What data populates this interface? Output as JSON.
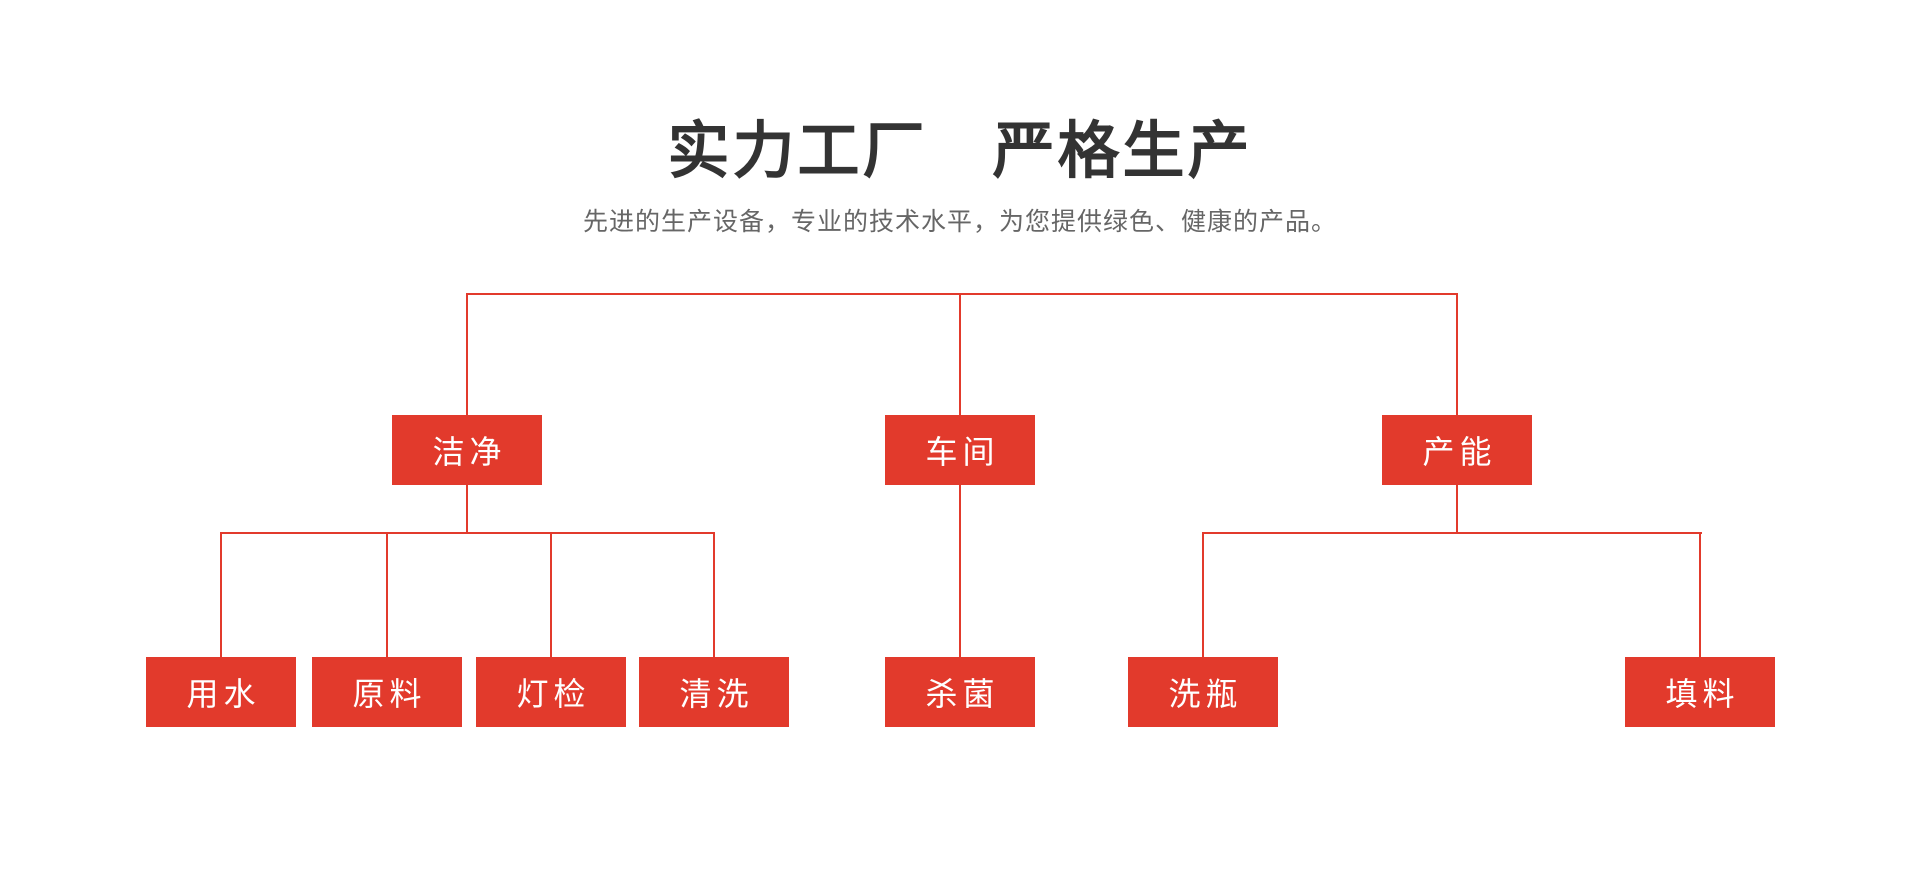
{
  "page": {
    "title": "实力工厂　严格生产",
    "subtitle": "先进的生产设备，专业的技术水平，为您提供绿色、健康的产品。"
  },
  "colors": {
    "accent_red": "#e23a2c",
    "title_text": "#333333",
    "subtitle_text": "#666666",
    "node_text": "#ffffff",
    "background": "#ffffff"
  },
  "diagram": {
    "type": "tree",
    "nodes": [
      {
        "label": "洁净",
        "level": 1,
        "parent": null
      },
      {
        "label": "车间",
        "level": 1,
        "parent": null
      },
      {
        "label": "产能",
        "level": 1,
        "parent": null
      },
      {
        "label": "用水",
        "level": 2,
        "parent": "洁净"
      },
      {
        "label": "原料",
        "level": 2,
        "parent": "洁净"
      },
      {
        "label": "灯检",
        "level": 2,
        "parent": "洁净"
      },
      {
        "label": "清洗",
        "level": 2,
        "parent": "洁净"
      },
      {
        "label": "杀菌",
        "level": 2,
        "parent": "车间"
      },
      {
        "label": "洗瓶",
        "level": 2,
        "parent": "产能"
      },
      {
        "label": "填料",
        "level": 2,
        "parent": "产能"
      }
    ]
  }
}
